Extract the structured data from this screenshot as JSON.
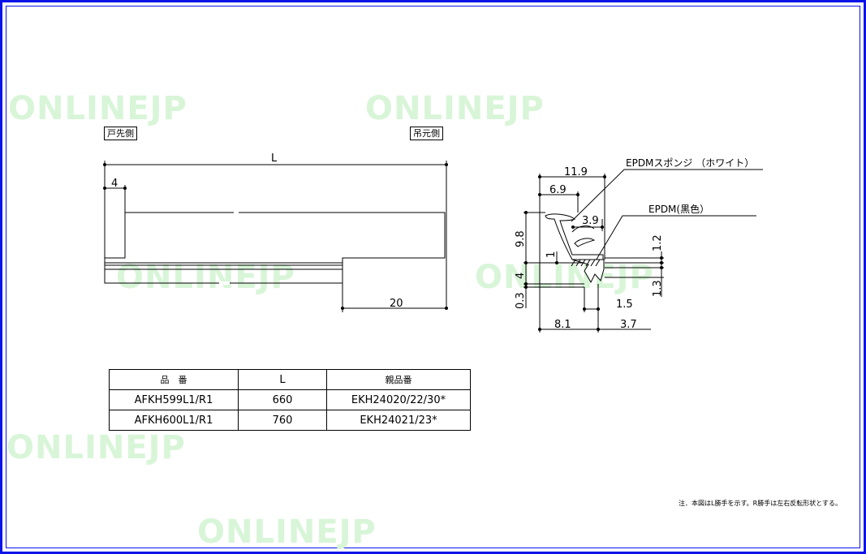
{
  "watermark": "ONLINEJP",
  "side_labels": {
    "left": "戸先側",
    "right": "吊元側"
  },
  "profile_dims": {
    "length": "L",
    "offset": "4",
    "step": "20"
  },
  "section_labels": {
    "sponge": "EPDMスポンジ （ホワイト）",
    "black": "EPDM(黒色）"
  },
  "section_dims": {
    "d11_9": "11.9",
    "d6_9": "6.9",
    "d3_9": "3.9",
    "d9_8": "9.8",
    "d1": "1",
    "d4": "4",
    "d0_3": "0.3",
    "d1_2": "1.2",
    "d1_3": "1.3",
    "d1_5": "1.5",
    "d8_1": "8.1",
    "d3_7": "3.7"
  },
  "parts_table": {
    "headers": [
      "品　番",
      "L",
      "親品番"
    ],
    "rows": [
      [
        "AFKH599L1/R1",
        "660",
        "EKH24020/22/30*"
      ],
      [
        "AFKH600L1/R1",
        "760",
        "EKH24021/23*"
      ]
    ]
  },
  "note": "注．本図はL勝手を示す。R勝手は左右反転形状とする。",
  "colors": {
    "frame": "#0a14e6",
    "watermark": "#d8f5d8",
    "line": "#000000"
  }
}
